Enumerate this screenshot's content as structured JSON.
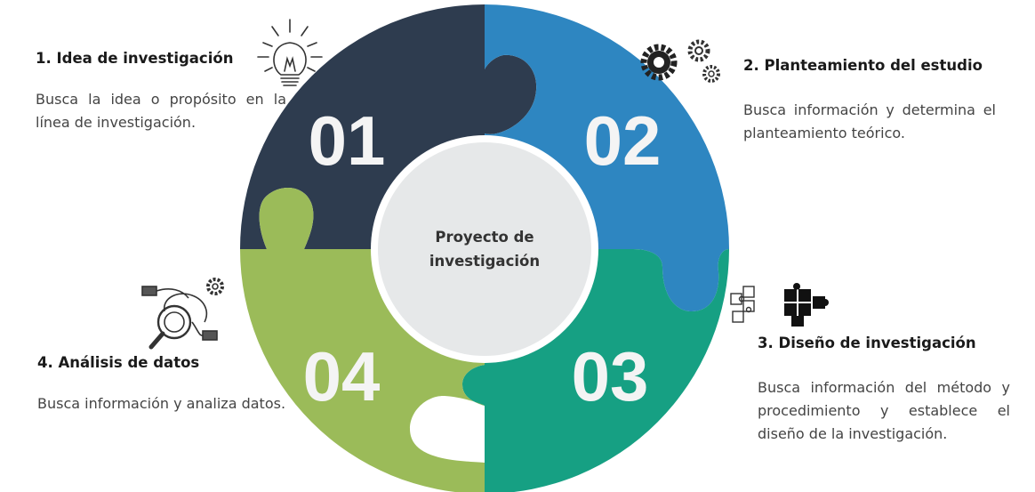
{
  "center": {
    "line1": "Proyecto de",
    "line2": "investigación"
  },
  "steps": [
    {
      "number": "01",
      "title": "1. Idea de investigación",
      "description": "Busca la idea o propósito en la línea de investigación.",
      "color": "#2e3c4f",
      "icon": "lightbulb-icon"
    },
    {
      "number": "02",
      "title": "2. Planteamiento del estudio",
      "description": "Busca información y determina el planteamiento teórico.",
      "color": "#2e86c1",
      "icon": "gears-icon"
    },
    {
      "number": "03",
      "title": "3. Diseño de investigación",
      "description": "Busca información del método y procedimiento y establece el diseño de la investigación.",
      "color": "#16a083",
      "icon": "puzzle-pieces-icon"
    },
    {
      "number": "04",
      "title": "4. Análisis de datos",
      "description": "Busca información y analiza datos.",
      "color": "#9bbb59",
      "icon": "data-analysis-icon"
    }
  ]
}
